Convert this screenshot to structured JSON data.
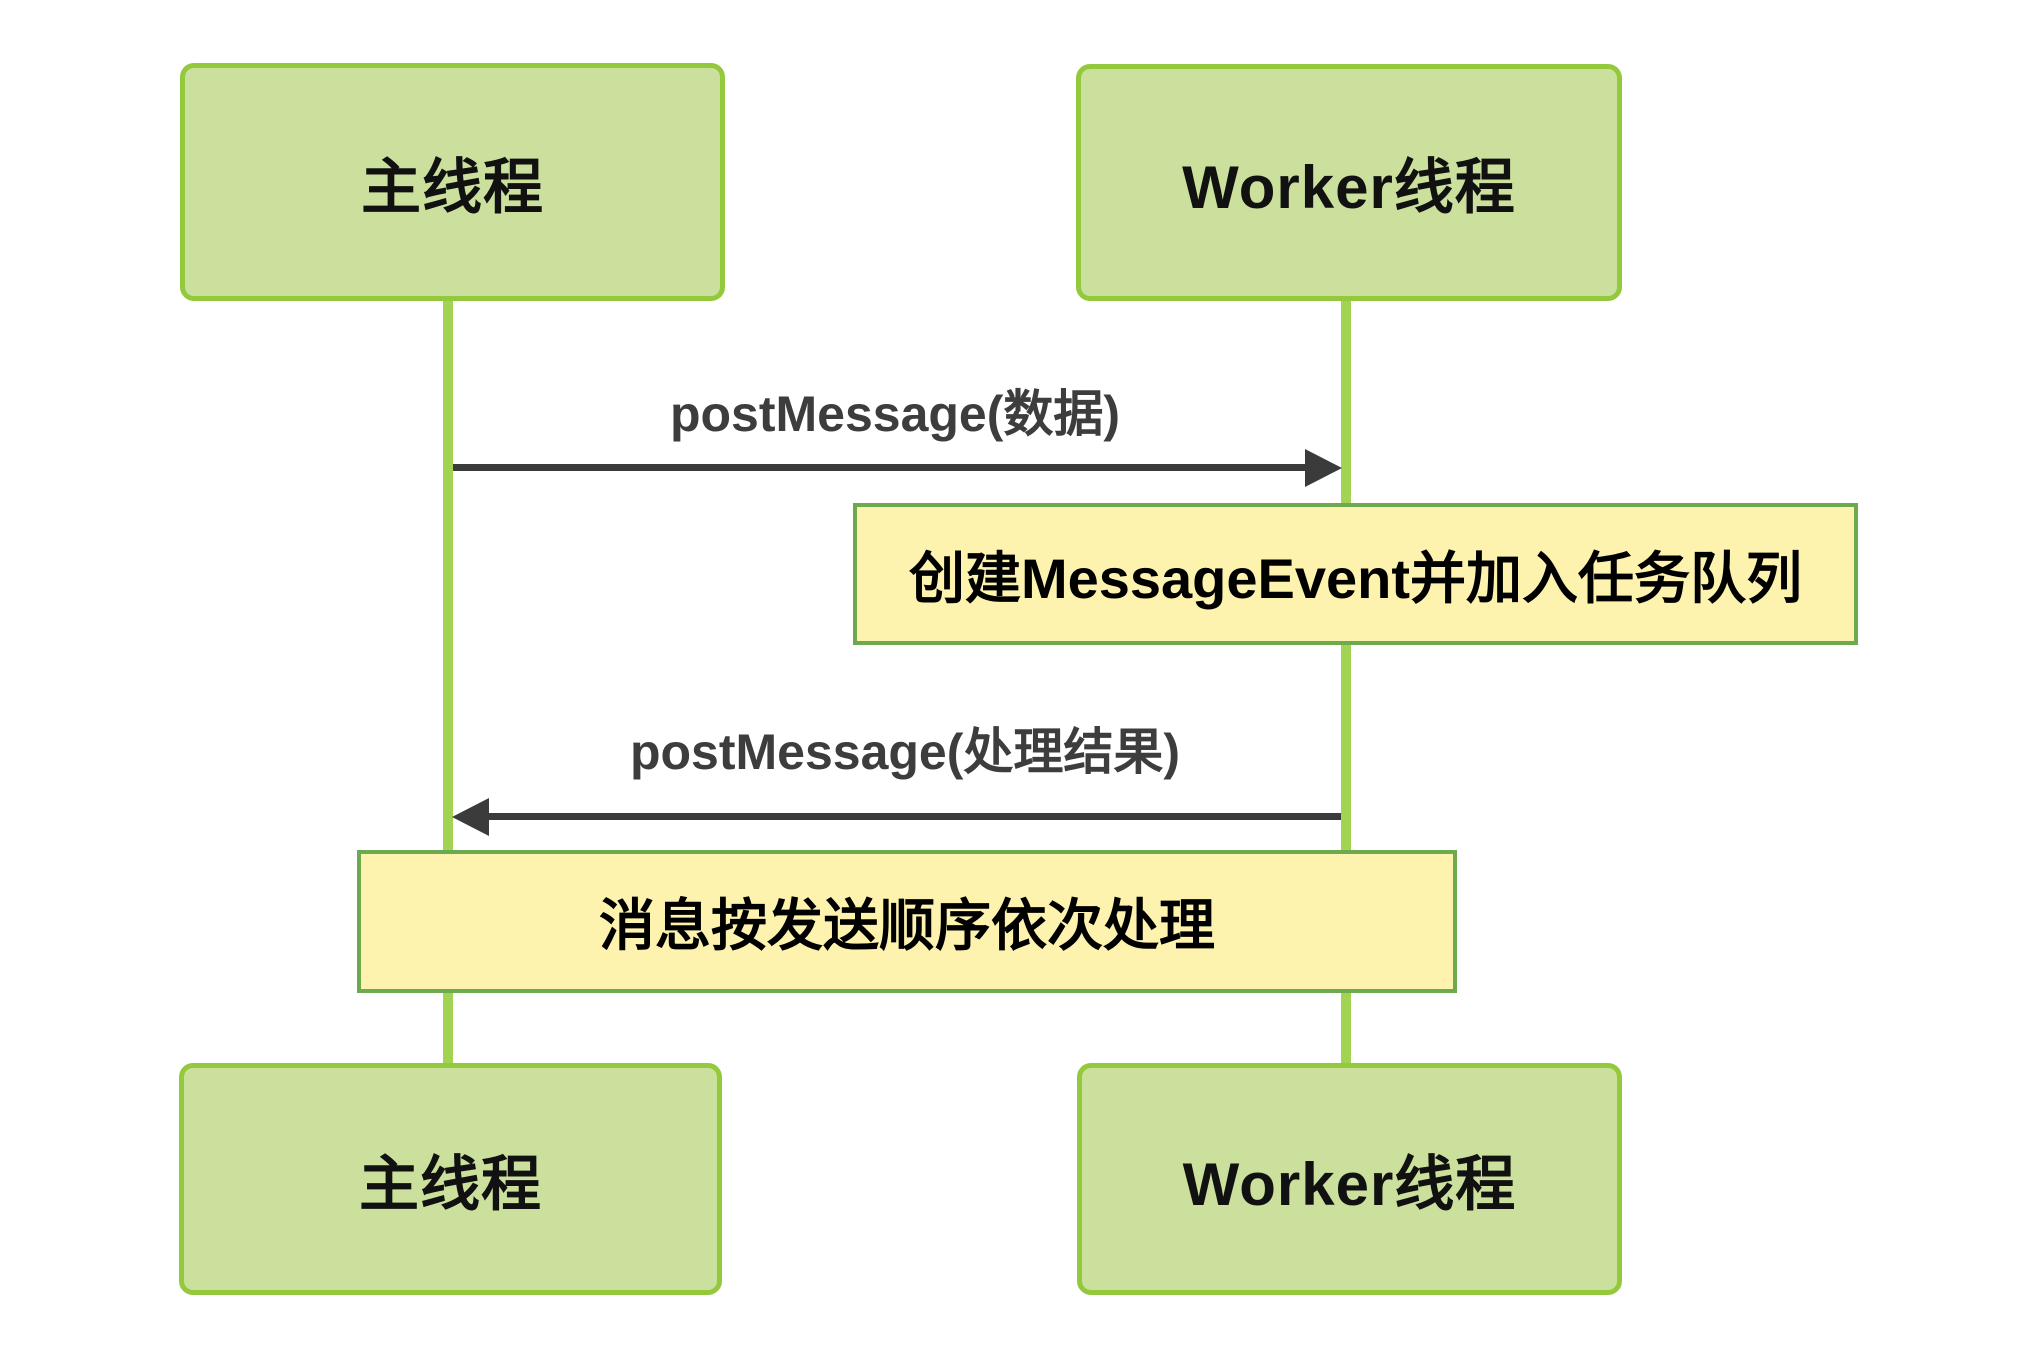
{
  "diagram": {
    "type": "sequence-diagram",
    "topic": "Web Worker postMessage flow",
    "colors": {
      "bg": "#ffffff",
      "node_fill": "#cbe09c",
      "node_border": "#94c83d",
      "lifeline": "#a2d352",
      "note_fill": "#fdf3ae",
      "note_border": "#6ca94f",
      "arrow": "#3b3b3b",
      "label_text": "#3d3d3d"
    },
    "actors": {
      "main": {
        "label": "主线程"
      },
      "worker": {
        "label": "Worker线程"
      }
    },
    "messages": [
      {
        "label": "postMessage(数据)",
        "from": "main",
        "to": "worker",
        "direction": "left-to-right"
      },
      {
        "label": "postMessage(处理结果)",
        "from": "worker",
        "to": "main",
        "direction": "right-to-left"
      }
    ],
    "notes": [
      {
        "text": "创建MessageEvent并加入任务队列",
        "lane": "worker"
      },
      {
        "text": "消息按发送顺序依次处理",
        "lane": "main"
      }
    ]
  }
}
